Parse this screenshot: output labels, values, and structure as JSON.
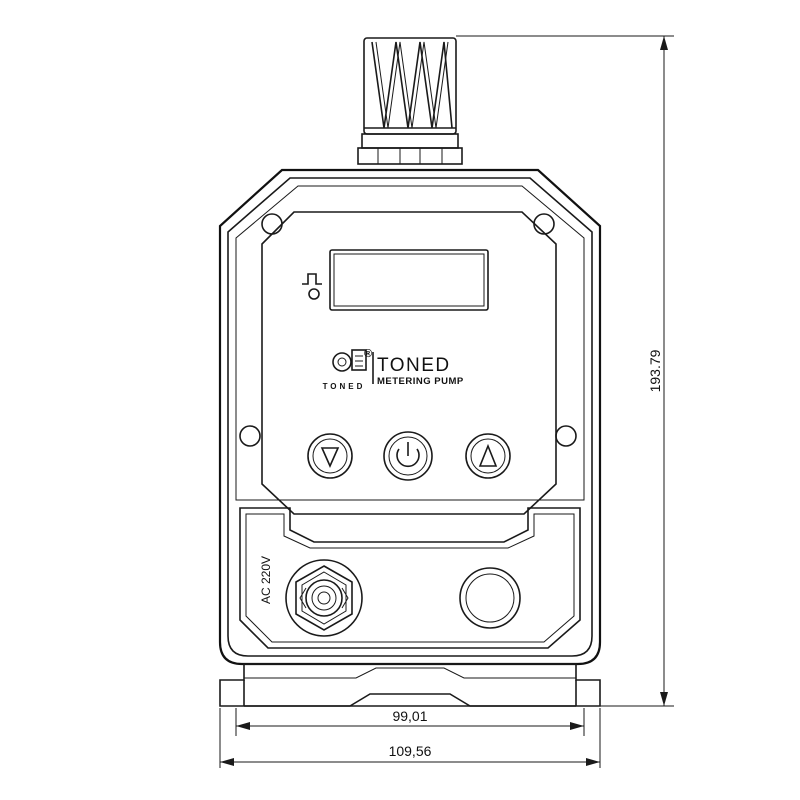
{
  "product": {
    "brand_name": "TONED",
    "product_type": "METERING PUMP",
    "logo_text": "TONED",
    "registered_mark": "®",
    "power_label": "AC 220V"
  },
  "dimensions": {
    "height": "193.79",
    "inner_width": "99,01",
    "outer_width": "109,56"
  },
  "controls": {
    "down_button": "▽",
    "power_button": "power-icon",
    "up_button": "△"
  },
  "colors": {
    "line": "#1a1a1a",
    "background": "#ffffff"
  }
}
